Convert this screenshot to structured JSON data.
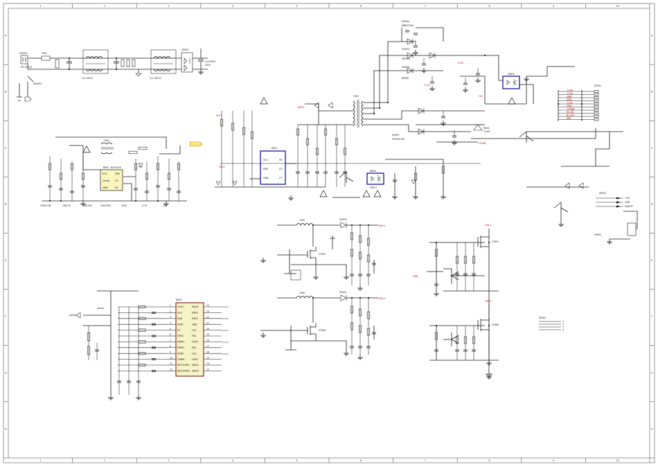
{
  "colors": {
    "wire": "#1a1a1a",
    "ic_outline": "#00009a",
    "net_flag": "#b00000",
    "ic_fill": "#fbf6bd"
  },
  "frame": {
    "col_marks": [
      "1",
      "2",
      "3",
      "4",
      "5",
      "6",
      "7",
      "8",
      "9",
      "10"
    ],
    "row_marks": [
      "A",
      "B",
      "C",
      "D",
      "E",
      "F",
      "G",
      "H"
    ]
  },
  "input_stage": {
    "socket_label": "XS901",
    "fuse_label": "F901",
    "varistor_label": "VR 470V/1",
    "switch_label": "SW901",
    "filter1": "LCL-900-E",
    "filter2": "LCL-900-D",
    "bridge": "VD901",
    "bulk_cap": "C915",
    "bulk_value": "220-400V"
  },
  "standby": {
    "ic_label": "N902",
    "ic_part": "NCP1050",
    "transformer": "T902",
    "pins": [
      "VCC",
      "FB",
      "GND",
      "Comp",
      "DRV",
      "CS"
    ],
    "bottom_labels": [
      "47K/0.5W",
      "10K/1%",
      "1N4148",
      "10uF/50V",
      "100K",
      "4.7K",
      "10K"
    ]
  },
  "pfc_controller": {
    "ic_label": "N901",
    "pins_left": [
      "VCC",
      "DRV",
      "GND"
    ],
    "pins_right": [
      "FB",
      "CS",
      "CT"
    ],
    "net_labels": [
      "VCC1",
      "MOS1",
      "VCC2"
    ]
  },
  "main_transformer": {
    "label": "T901",
    "diodes": [
      "VD904",
      "VD905",
      "VD906",
      "VD907"
    ],
    "diode_parts": [
      "MBR20100",
      "SB3100",
      "SR560",
      "STPS20150"
    ],
    "outputs": [
      "+24V",
      "+12V",
      "+5V",
      "+5VSB"
    ]
  },
  "optocoupler": {
    "label1": "N905",
    "label2": "N906",
    "part": "PC817"
  },
  "regulator": {
    "label": "N904",
    "part": "TL431"
  },
  "connector": {
    "label": "XP901",
    "pins": [
      "+24V",
      "+24V",
      "GND",
      "GND",
      "+12V",
      "GND",
      "+5VSB",
      "PS-ON",
      "BL-ON",
      "DIM"
    ]
  },
  "connector2": {
    "label": "XP902",
    "pins": [
      "+5V",
      "GND",
      "ON/OFF"
    ]
  },
  "boost": {
    "inductor1": "L905",
    "inductor2": "L906",
    "mosfet1": "VT905",
    "mosfet2": "VT906",
    "vout1": "LED+1",
    "vout2": "LED+2",
    "diode1": "VD920",
    "diode2": "VD921"
  },
  "led_driver": {
    "ic_label": "N903",
    "pins_left": [
      "UVLO",
      "VCC",
      "ENA",
      "VREF",
      "RT",
      "SYNC",
      "PWM1",
      "PWM2",
      "ADIM",
      "TIMER",
      "ISET/CMP1",
      "ISET/CMP2"
    ],
    "pins_right": [
      "FAULT",
      "DRV1",
      "DRV2",
      "GND",
      "CS1",
      "FB1",
      "OVP1",
      "FB2",
      "CS2",
      "OVP2",
      "ISEN1",
      "ISEN2"
    ],
    "pin_nums_left": [
      "1",
      "2",
      "3",
      "4",
      "5",
      "6",
      "7",
      "8",
      "9",
      "10",
      "11",
      "12"
    ],
    "pin_nums_right": [
      "24",
      "23",
      "22",
      "21",
      "20",
      "19",
      "18",
      "17",
      "16",
      "15",
      "14",
      "13"
    ]
  },
  "current_sinks": {
    "mos_a": "VT907",
    "mos_b": "VT908",
    "net_a": "LED-1",
    "net_b": "LED-2",
    "sense": "ISEN"
  },
  "small_connector": {
    "label": "XP903",
    "pins": [
      "1",
      "2",
      "3",
      "4"
    ]
  }
}
